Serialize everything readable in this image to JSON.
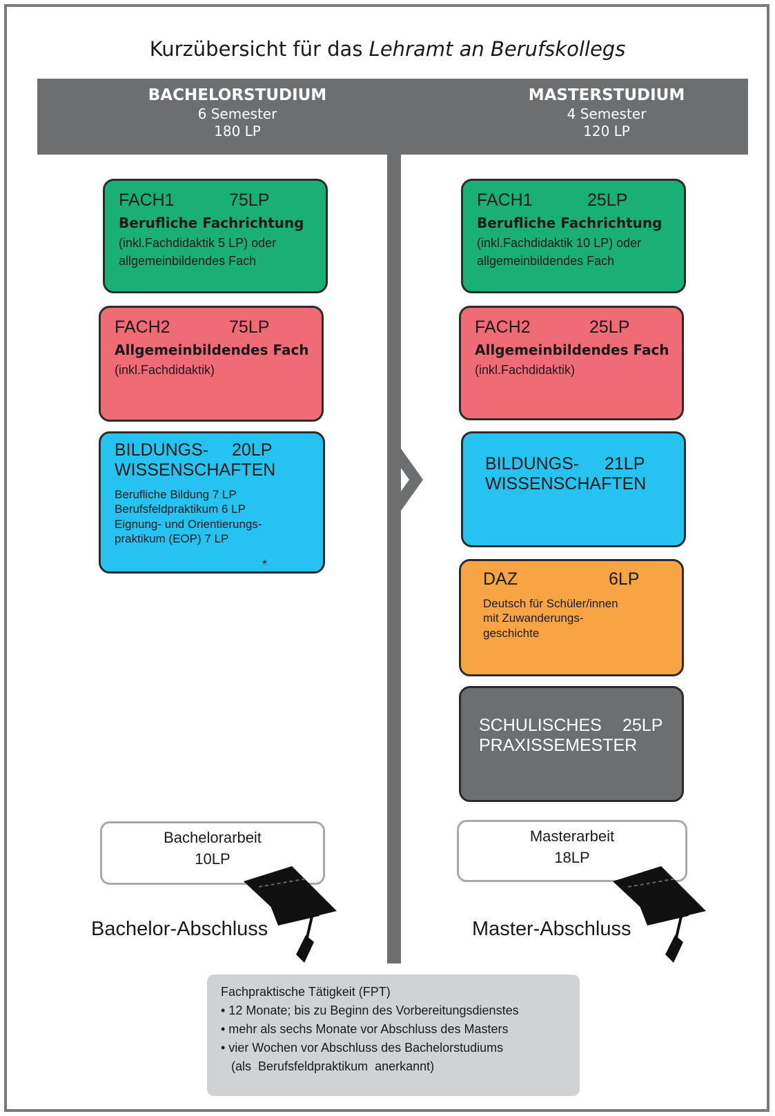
{
  "title": {
    "prefix": "Kurzübersicht für das ",
    "emphasis": "Lehramt an Berufskollegs"
  },
  "bachelor": {
    "heading": "BACHELORSTUDIUM",
    "semesters": "6 Semester",
    "credits": "180 LP",
    "boxes": [
      {
        "name": "FACH1",
        "lp": "75LP",
        "sub": "Berufliche Fachrichtung",
        "note": [
          "(inkl.Fachdidaktik 5 LP) oder",
          "allgemeinbildendes Fach"
        ],
        "color": "#1aaf77"
      },
      {
        "name": "FACH2",
        "lp": "75LP",
        "sub": "Allgemeinbildendes Fach",
        "note": [
          "(inkl.Fachdidaktik)"
        ],
        "color": "#ef6b76"
      },
      {
        "name": "BILDUNGS-",
        "name2": "WISSENSCHAFTEN",
        "lp": "20LP",
        "details": [
          "Berufliche Bildung 7 LP",
          "Berufsfeldpraktikum 6 LP",
          "Eignung- und Orientierungs-",
          "praktikum (EOP) 7 LP"
        ],
        "mark": "*",
        "color": "#27c3f0"
      }
    ],
    "thesis": {
      "label": "Bachelorarbeit",
      "lp": "10LP"
    },
    "degree": "Bachelor-Abschluss"
  },
  "master": {
    "heading": "MASTERSTUDIUM",
    "semesters": "4 Semester",
    "credits": "120 LP",
    "boxes": [
      {
        "name": "FACH1",
        "lp": "25LP",
        "sub": "Berufliche Fachrichtung",
        "note": [
          "(inkl.Fachdidaktik 10 LP) oder",
          "allgemeinbildendes Fach"
        ],
        "color": "#1aaf77"
      },
      {
        "name": "FACH2",
        "lp": "25LP",
        "sub": "Allgemeinbildendes Fach",
        "note": [
          "(inkl.Fachdidaktik)"
        ],
        "color": "#ef6b76"
      },
      {
        "name": "BILDUNGS-",
        "name2": "WISSENSCHAFTEN",
        "lp": "21LP",
        "color": "#27c3f0"
      },
      {
        "name": "DAZ",
        "lp": "6LP",
        "details": [
          "Deutsch für Schüler/innen",
          "mit  Zuwanderungs-",
          "geschichte"
        ],
        "color": "#f7a544"
      },
      {
        "name": "SCHULISCHES",
        "name2": "PRAXISSEMESTER",
        "lp": "25LP",
        "color": "#6d6e70"
      }
    ],
    "thesis": {
      "label": "Masterarbeit",
      "lp": "18LP"
    },
    "degree": "Master-Abschluss"
  },
  "fpt": {
    "heading": "Fachpraktische Tätigkeit (FPT)",
    "items": [
      "• 12 Monate; bis zu Beginn des Vorbereitungsdienstes",
      "• mehr als sechs Monate vor Abschluss des Masters",
      "• vier Wochen vor Abschluss des Bachelorstudiums",
      "   (als  Berufsfeldpraktikum  anerkannt)"
    ]
  }
}
